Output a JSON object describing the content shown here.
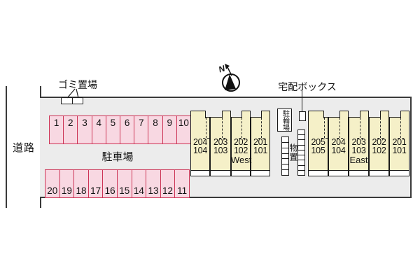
{
  "site": {
    "road_label": "道路",
    "garbage_label": "ゴミ置場",
    "parking_label": "駐車場",
    "delivery_box_label": "宅配ボックス",
    "bicycle_parking_label": "駐輪場",
    "storage_label": "物置",
    "compass_label": "N"
  },
  "parking": {
    "top_row": [
      "1",
      "2",
      "3",
      "4",
      "5",
      "6",
      "7",
      "8",
      "9",
      "10"
    ],
    "bottom_row": [
      "20",
      "19",
      "18",
      "17",
      "16",
      "15",
      "14",
      "13",
      "12",
      "11"
    ]
  },
  "buildings": [
    {
      "id": "west",
      "label": "West",
      "label_unit": 2,
      "units": [
        {
          "upper": "204",
          "lower": "104"
        },
        {
          "upper": "203",
          "lower": "103"
        },
        {
          "upper": "202",
          "lower": "102"
        },
        {
          "upper": "201",
          "lower": "101"
        }
      ]
    },
    {
      "id": "east",
      "label": "East",
      "label_unit": 2,
      "units": [
        {
          "upper": "205",
          "lower": "105"
        },
        {
          "upper": "204",
          "lower": "104"
        },
        {
          "upper": "203",
          "lower": "103"
        },
        {
          "upper": "202",
          "lower": "102"
        },
        {
          "upper": "201",
          "lower": "101"
        }
      ]
    }
  ],
  "colors": {
    "site_fill": "#ececec",
    "stall_fill": "#f8d8e2",
    "stall_border": "#cc3355",
    "unit_fill": "#f5f0c8",
    "line": "#1a1a1a"
  }
}
